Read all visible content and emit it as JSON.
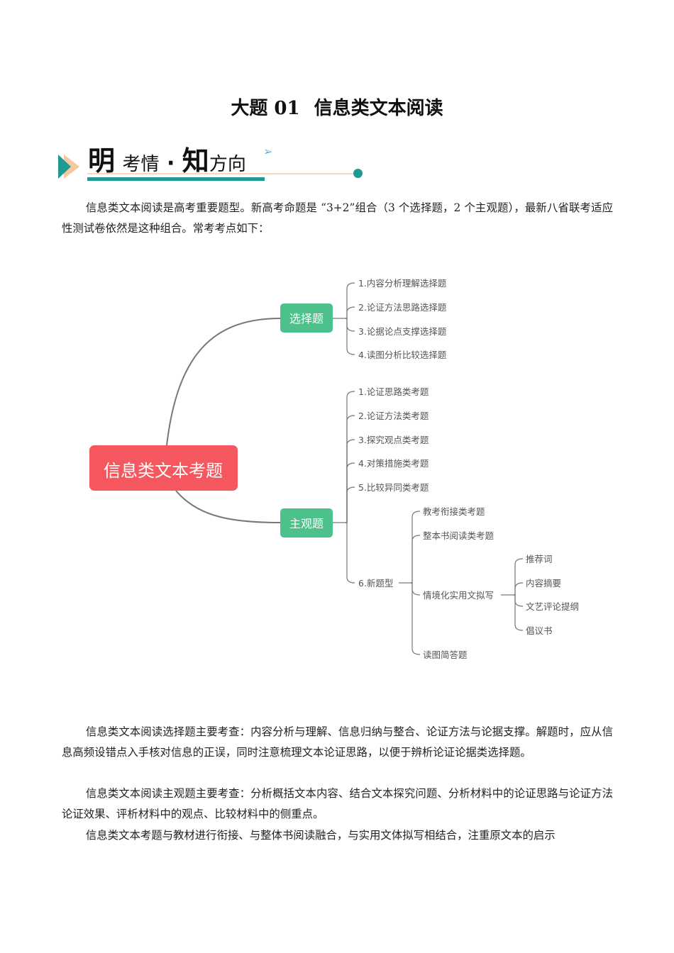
{
  "title": {
    "number": "大题 01",
    "text": "信息类文本阅读"
  },
  "banner": {
    "char1": "明",
    "part1": "考情",
    "dot": "·",
    "char2": "知",
    "part2": "方向",
    "icon": "paper-plane-icon"
  },
  "intro": "信息类文本阅读是高考重要题型。新高考命题是 “3+2”组合（3 个选择题，2 个主观题），最新八省联考适应性测试卷依然是这种组合。常考考点如下：",
  "mindmap": {
    "root": "信息类文本考题",
    "colors": {
      "root": "#f5575e",
      "branch": "#4cc18a",
      "line": "#777777"
    },
    "branches": [
      {
        "label": "选择题",
        "children": [
          "1.内容分析理解选择题",
          "2.论证方法思路选择题",
          "3.论据论点支撑选择题",
          "4.读图分析比较选择题"
        ]
      },
      {
        "label": "主观题",
        "children": [
          "1.论证思路类考题",
          "2.论证方法类考题",
          "3.探究观点类考题",
          "4.对策措施类考题",
          "5.比较异同类考题",
          {
            "label": "6.新题型",
            "children": [
              "教考衔接类考题",
              "整本书阅读类考题",
              {
                "label": "情境化实用文拟写",
                "children": [
                  "推荐词",
                  "内容摘要",
                  "文艺评论提纲",
                  "倡议书"
                ]
              },
              "读图简答题"
            ]
          }
        ]
      }
    ]
  },
  "paragraphs": [
    "信息类文本阅读选择题主要考查：内容分析与理解、信息归纳与整合、论证方法与论据支撑。解题时，应从信息高频设错点入手核对信息的正误，同时注意梳理文本论证思路，以便于辨析论证论据类选择题。",
    "信息类文本阅读主观题主要考查：分析概括文本内容、结合文本探究问题、分析材料中的论证思路与论证方法论证效果、评析材料中的观点、比较材料中的侧重点。",
    "信息类文本考题与教材进行衔接、与整体书阅读融合，与实用文体拟写相结合，注重原文本的启示"
  ]
}
